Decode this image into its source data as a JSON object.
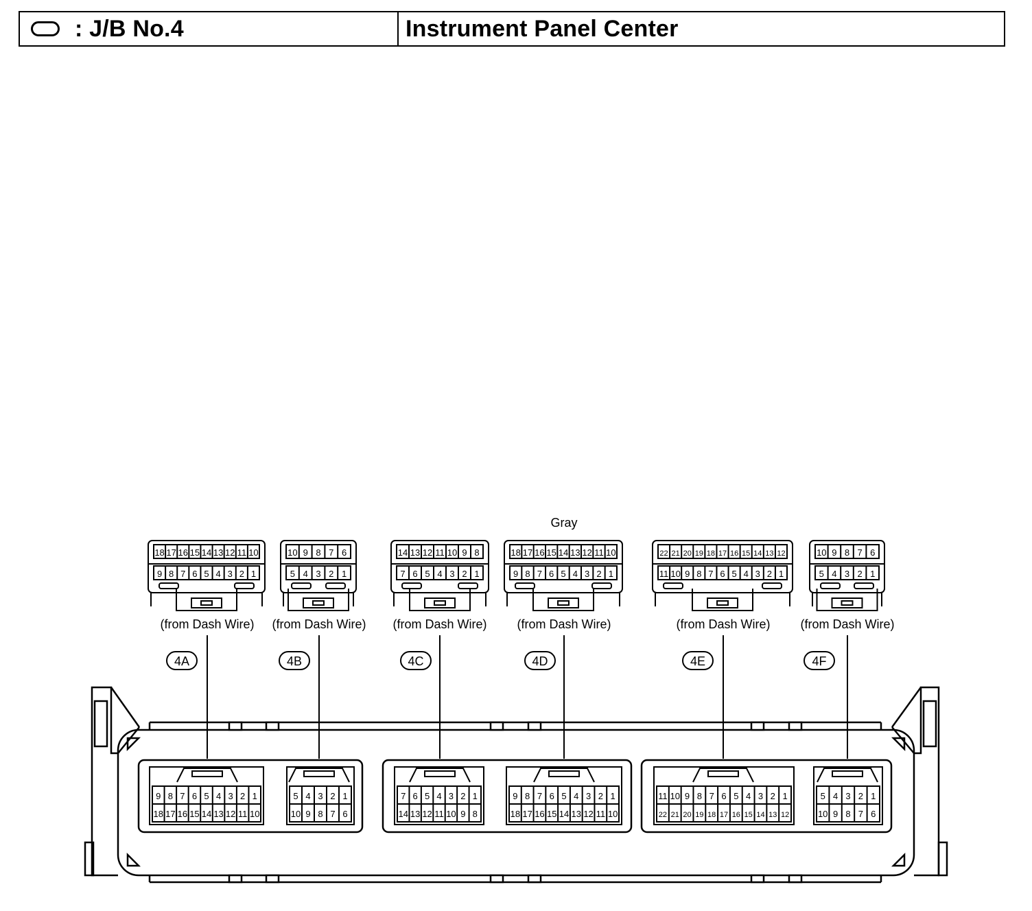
{
  "header": {
    "symbol": "oval-symbol",
    "jb_label": ": J/B No.4",
    "location": "Instrument Panel Center"
  },
  "color_note": "Gray",
  "connectors": [
    {
      "code": "4A",
      "source": "(from Dash Wire)",
      "plug_top": [
        "18",
        "17",
        "16",
        "15",
        "14",
        "13",
        "12",
        "11",
        "10"
      ],
      "plug_bottom": [
        "9",
        "8",
        "7",
        "6",
        "5",
        "4",
        "3",
        "2",
        "1"
      ],
      "jb_top": [
        "9",
        "8",
        "7",
        "6",
        "5",
        "4",
        "3",
        "2",
        "1"
      ],
      "jb_bottom": [
        "18",
        "17",
        "16",
        "15",
        "14",
        "13",
        "12",
        "11",
        "10"
      ]
    },
    {
      "code": "4B",
      "source": "(from Dash Wire)",
      "plug_top": [
        "10",
        "9",
        "8",
        "7",
        "6"
      ],
      "plug_bottom": [
        "5",
        "4",
        "3",
        "2",
        "1"
      ],
      "jb_top": [
        "5",
        "4",
        "3",
        "2",
        "1"
      ],
      "jb_bottom": [
        "10",
        "9",
        "8",
        "7",
        "6"
      ]
    },
    {
      "code": "4C",
      "source": "(from Dash Wire)",
      "plug_top": [
        "14",
        "13",
        "12",
        "11",
        "10",
        "9",
        "8"
      ],
      "plug_bottom": [
        "7",
        "6",
        "5",
        "4",
        "3",
        "2",
        "1"
      ],
      "jb_top": [
        "7",
        "6",
        "5",
        "4",
        "3",
        "2",
        "1"
      ],
      "jb_bottom": [
        "14",
        "13",
        "12",
        "11",
        "10",
        "9",
        "8"
      ]
    },
    {
      "code": "4D",
      "source": "(from Dash Wire)",
      "plug_top": [
        "18",
        "17",
        "16",
        "15",
        "14",
        "13",
        "12",
        "11",
        "10"
      ],
      "plug_bottom": [
        "9",
        "8",
        "7",
        "6",
        "5",
        "4",
        "3",
        "2",
        "1"
      ],
      "jb_top": [
        "9",
        "8",
        "7",
        "6",
        "5",
        "4",
        "3",
        "2",
        "1"
      ],
      "jb_bottom": [
        "18",
        "17",
        "16",
        "15",
        "14",
        "13",
        "12",
        "11",
        "10"
      ]
    },
    {
      "code": "4E",
      "source": "(from Dash Wire)",
      "plug_top": [
        "22",
        "21",
        "20",
        "19",
        "18",
        "17",
        "16",
        "15",
        "14",
        "13",
        "12"
      ],
      "plug_bottom": [
        "11",
        "10",
        "9",
        "8",
        "7",
        "6",
        "5",
        "4",
        "3",
        "2",
        "1"
      ],
      "jb_top": [
        "11",
        "10",
        "9",
        "8",
        "7",
        "6",
        "5",
        "4",
        "3",
        "2",
        "1"
      ],
      "jb_bottom": [
        "22",
        "21",
        "20",
        "19",
        "18",
        "17",
        "16",
        "15",
        "14",
        "13",
        "12"
      ]
    },
    {
      "code": "4F",
      "source": "(from Dash Wire)",
      "plug_top": [
        "10",
        "9",
        "8",
        "7",
        "6"
      ],
      "plug_bottom": [
        "5",
        "4",
        "3",
        "2",
        "1"
      ],
      "jb_top": [
        "5",
        "4",
        "3",
        "2",
        "1"
      ],
      "jb_bottom": [
        "10",
        "9",
        "8",
        "7",
        "6"
      ]
    }
  ]
}
